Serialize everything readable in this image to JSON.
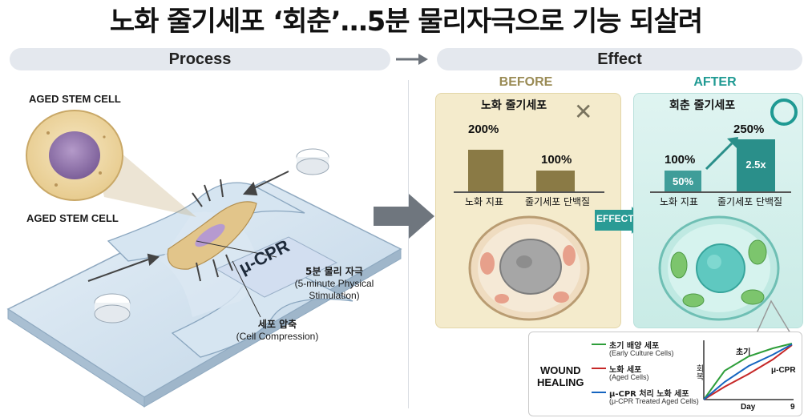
{
  "title": "노화 줄기세포 ‘회춘’…5분 물리자극으로 기능 되살려",
  "sections": {
    "process": "Process",
    "effect": "Effect"
  },
  "process": {
    "cell_label_top": "AGED STEM CELL",
    "cell_label_chip": "AGED STEM CELL",
    "device_label": "μ-CPR",
    "stim_ko": "5분 물리 자극",
    "stim_en_1": "(5-minute Physical",
    "stim_en_2": "Stimulation)",
    "compress_ko": "세포 압축",
    "compress_en": "(Cell Compression)"
  },
  "before": {
    "header": "BEFORE",
    "panel_title": "노화 줄기세포",
    "bars": [
      {
        "label": "노화 지표",
        "pct_text": "200%",
        "value": 200
      },
      {
        "label": "줄기세포 단백질",
        "pct_text": "100%",
        "value": 100
      }
    ],
    "mark": "✕"
  },
  "effect_arrow": "EFFECT",
  "after": {
    "header": "AFTER",
    "panel_title": "회춘 줄기세포",
    "bars": [
      {
        "label": "노화 지표",
        "pct_text": "100%",
        "inner": "50%",
        "value": 100
      },
      {
        "label": "줄기세포 단백질",
        "pct_text": "250%",
        "inner": "2.5x",
        "value": 250
      }
    ],
    "mark": "○"
  },
  "wound": {
    "title_1": "WOUND",
    "title_2": "HEALING",
    "legend": [
      {
        "ko": "초기 배양 세포",
        "en": "(Early Culture Cells)",
        "color": "#2e9e3a"
      },
      {
        "ko": "노화 세포",
        "en": "(Aged Cells)",
        "color": "#c62828"
      },
      {
        "ko": "μ-CPR 처리 노화 세포",
        "en": "(μ-CPR Treated Aged Cells)",
        "color": "#1565c0"
      }
    ],
    "y_label": "회복",
    "x_label": "Day",
    "x_end": "9",
    "annot_top": "초기",
    "annot_mid": "μ-CPR"
  },
  "colors": {
    "before_bar": "#8a7a45",
    "after_bar_1": "#3f9d99",
    "after_bar_2": "#2a8f8a",
    "teal": "#1f9a93"
  }
}
